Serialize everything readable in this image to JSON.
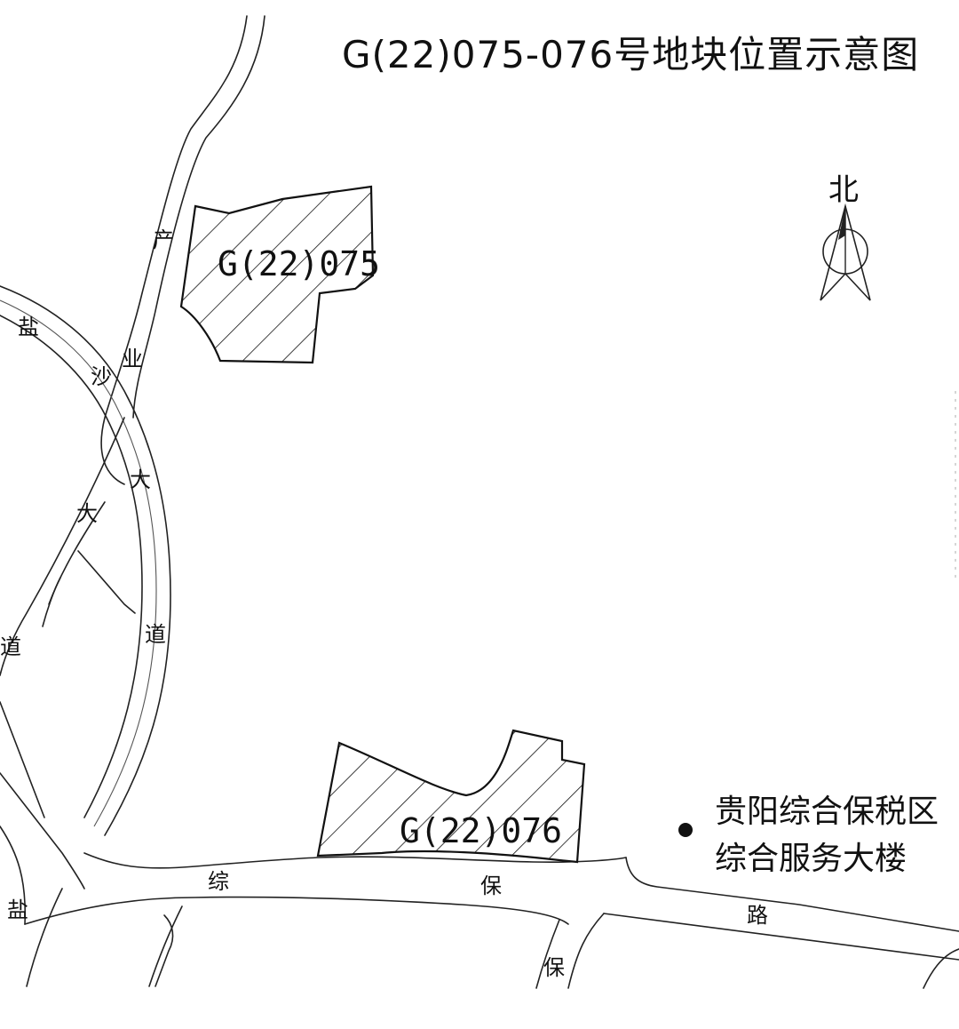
{
  "title": "G(22)075-076号地块位置示意图",
  "north_label": "北",
  "parcels": [
    {
      "id": "parcel-075",
      "label": "G(22)075"
    },
    {
      "id": "parcel-076",
      "label": "G(22)076"
    }
  ],
  "landmark": {
    "line1": "贵阳综合保税区",
    "line2": "综合服务大楼"
  },
  "road_labels": {
    "chan": "产",
    "ye": "业",
    "yan_top": "盐",
    "sha": "沙",
    "da_upper": "大",
    "da_lower": "大",
    "dao_right": "道",
    "dao_left": "道",
    "zong": "综",
    "bao_mid": "保",
    "lu": "路",
    "bao_low": "保",
    "yan_bottom": "盐"
  }
}
